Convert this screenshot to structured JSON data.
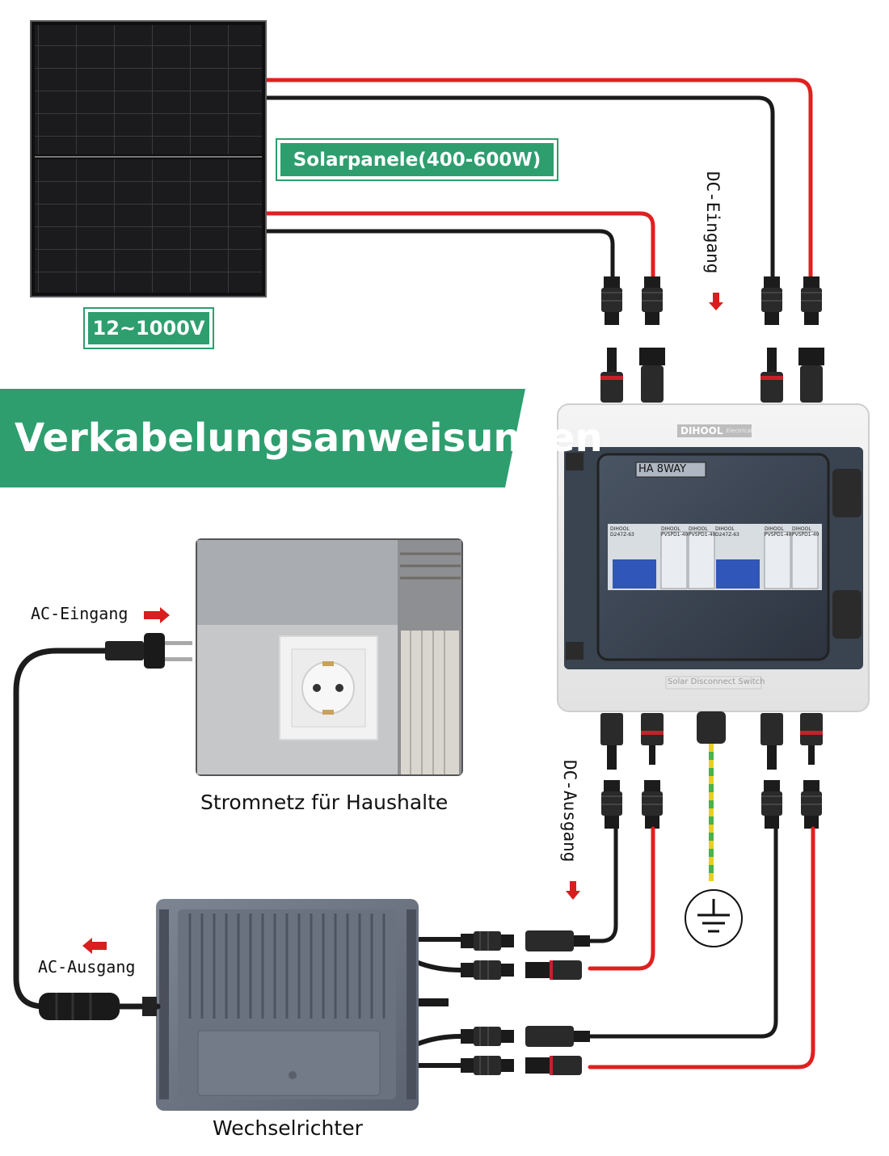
{
  "heading": {
    "title": "Verkabelungsanweisungen"
  },
  "labels": {
    "solar_panels": "Solarpanele(400-600W)",
    "voltage_range": "12~1000V",
    "dc_input": "DC-Eingang",
    "dc_output": "DC-Ausgang",
    "ac_input": "AC-Eingang",
    "ac_output": "AC-Ausgang",
    "household_grid": "Stromnetz für Haushalte",
    "inverter": "Wechselrichter"
  },
  "combiner_box": {
    "brand": "DIHOOL",
    "brand_sub": "Electrical",
    "model": "HA 8WAY",
    "footer": "Solar Disconnect Switch",
    "devices": [
      {
        "brand": "DIHOOL",
        "model": "D247Z-63"
      },
      {
        "brand": "DIHOOL",
        "model": "PVSPD1-40"
      },
      {
        "brand": "DIHOOL",
        "model": "PVSPD1-40"
      },
      {
        "brand": "DIHOOL",
        "model": "D247Z-63"
      },
      {
        "brand": "DIHOOL",
        "model": "PVSPD1-40"
      },
      {
        "brand": "DIHOOL",
        "model": "PVSPD1-40"
      }
    ]
  },
  "colors": {
    "accent_green": "#2e9e6e",
    "wire_red": "#e02020",
    "wire_black": "#1a1a1a",
    "ground_green": "#4caf50",
    "ground_yellow": "#e8d020",
    "arrow_red": "#d81e1e"
  },
  "icons": [
    "solar-panel-icon",
    "mc4-connector-icon",
    "power-plug-icon",
    "wall-socket-icon",
    "ground-symbol-icon",
    "direction-arrow-icon",
    "inverter-icon",
    "combiner-box-icon"
  ]
}
